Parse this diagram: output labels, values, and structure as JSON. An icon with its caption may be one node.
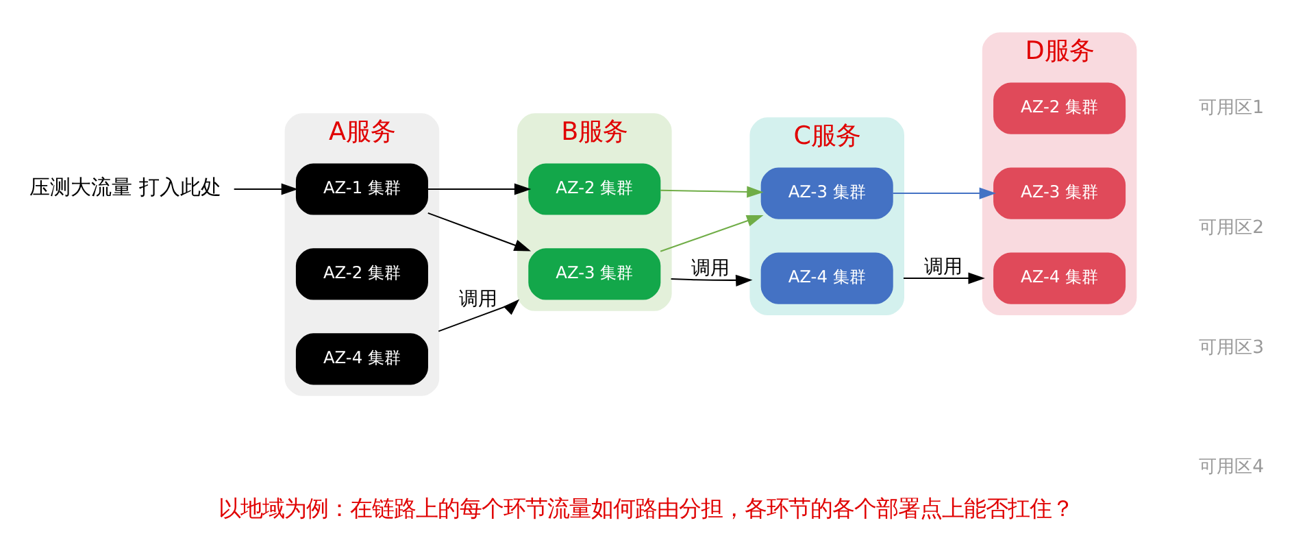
{
  "diagram": {
    "caption": "以地域为例：在链路上的每个环节流量如何路由分担，各环节的各个部署点上能否扛住？",
    "nodes": [
      {
        "text": [
          "压测大流量 打入此处"
        ]
      },
      {
        "text": [
          "A服务"
        ]
      },
      {
        "text": [
          "AZ-1 集群"
        ],
        "in": 1
      },
      {
        "text": [
          "AZ-2 集群"
        ],
        "in": 1
      },
      {
        "text": [
          "AZ-4 集群"
        ],
        "in": 1
      },
      {
        "text": [
          "B服务"
        ]
      },
      {
        "text": [
          "AZ-2 集群"
        ],
        "in": 5
      },
      {
        "text": [
          "AZ-3 集群"
        ],
        "in": 5
      },
      {
        "text": [
          "C服务"
        ]
      },
      {
        "text": [
          "AZ-3 集群"
        ],
        "in": 8
      },
      {
        "text": [
          "AZ-4 集群"
        ],
        "in": 8
      },
      {
        "text": [
          "D服务"
        ]
      },
      {
        "text": [
          "AZ-2 集群"
        ],
        "in": 11
      },
      {
        "text": [
          "AZ-3 集群"
        ],
        "in": 11
      },
      {
        "text": [
          "AZ-4 集群"
        ],
        "in": 11
      }
    ],
    "edges": [
      {
        "from": 1,
        "to": 5,
        "arrow": "to",
        "label": "调用"
      },
      {
        "from": 5,
        "to": 8,
        "arrow": "to",
        "label": "调用"
      },
      {
        "from": 8,
        "to": 11,
        "arrow": "to",
        "label": "调用"
      },
      {
        "from": 0,
        "to": 2,
        "arrow": "to"
      },
      {
        "from": 2,
        "to": 6,
        "arrow": "to"
      },
      {
        "from": 2,
        "to": 7,
        "arrow": "to"
      },
      {
        "from": 6,
        "to": 9,
        "arrow": "to",
        "color": "#70ad47"
      },
      {
        "from": 7,
        "to": 9,
        "arrow": "to",
        "color": "#70ad47"
      },
      {
        "from": 9,
        "to": 13,
        "arrow": "to",
        "color": "#4472c4"
      }
    ],
    "labels": [
      "可用区1",
      "可用区2",
      "可用区3",
      "可用区4"
    ]
  }
}
